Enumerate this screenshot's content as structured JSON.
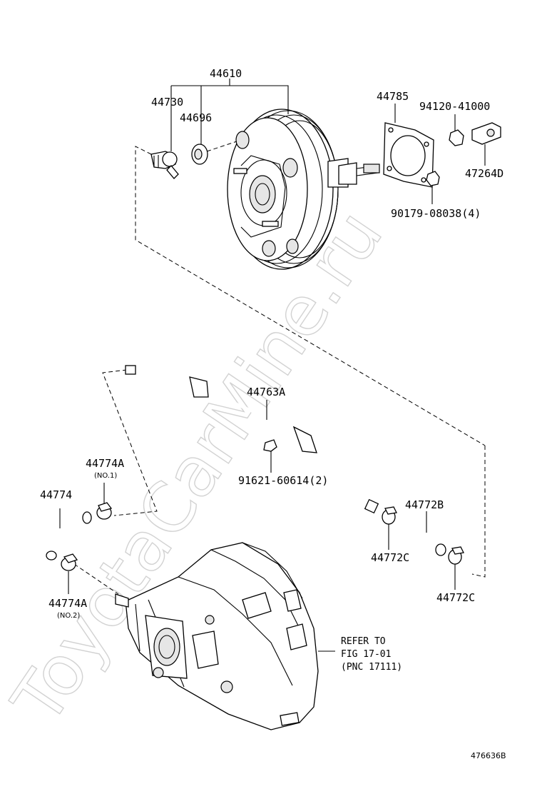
{
  "watermark": "ToyotaCarMine.ru",
  "figure_id": "476636B",
  "note": {
    "line1": "REFER TO",
    "line2": "FIG 17-01",
    "line3": "(PNC 17111)"
  },
  "parts": {
    "booster": "44610",
    "check_valve": "44730",
    "grommet": "44696",
    "gasket": "44785",
    "nut": "94120-41000",
    "bracket": "47264D",
    "booster_nut": "90179-08038(4)",
    "vacuum_pipe": "44763A",
    "pipe_bolt": "91621-60614(2)",
    "hose_clip_1": "44774A",
    "hose_clip_1_note": "(NO.1)",
    "hose": "44774",
    "hose_clip_2": "44774A",
    "hose_clip_2_note": "(NO.2)",
    "hose_b": "44772B",
    "clip_c_left": "44772C",
    "clip_c_right": "44772C"
  }
}
